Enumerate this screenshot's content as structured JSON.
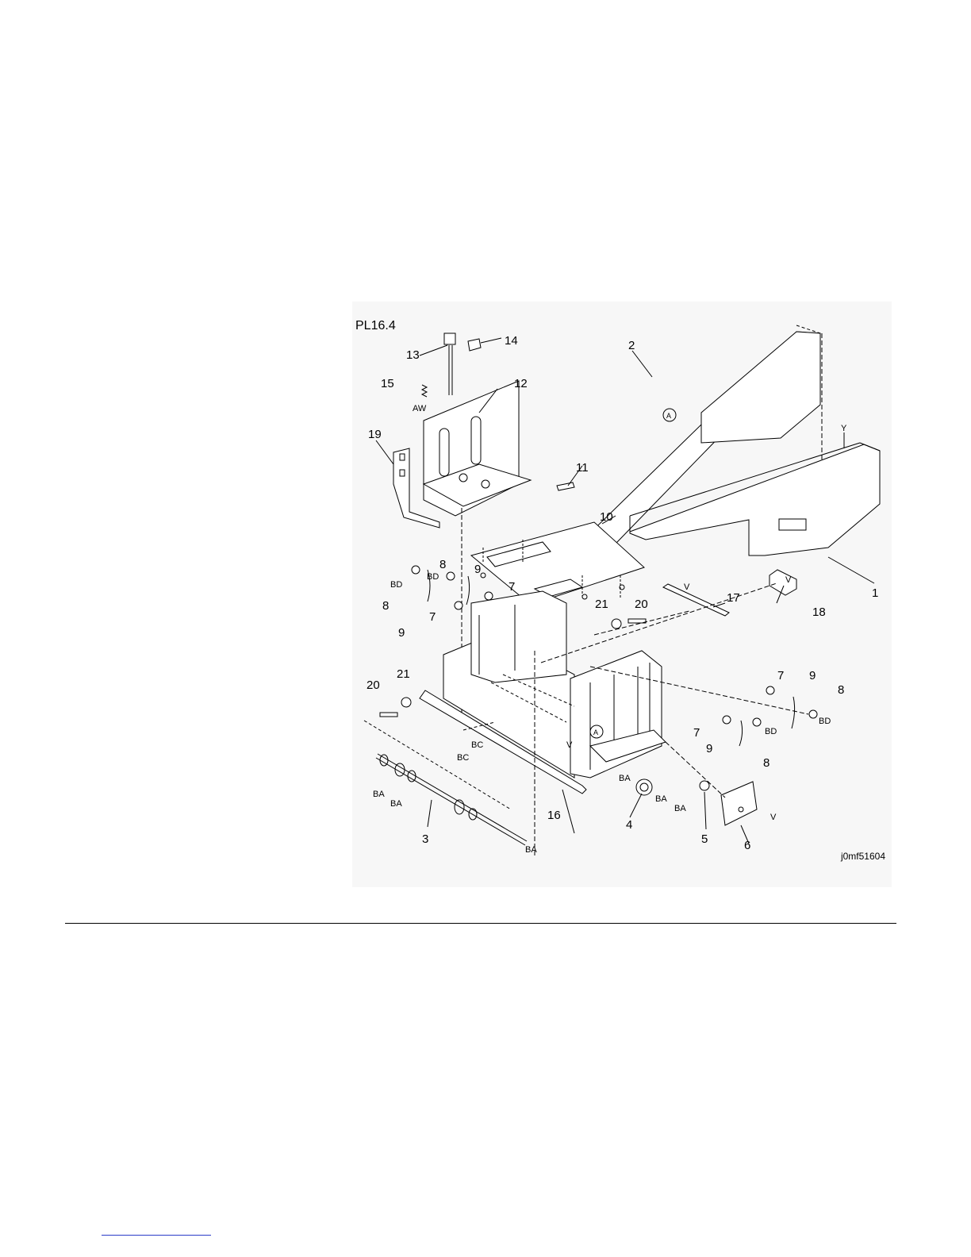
{
  "figure": {
    "plate_label": "PL16.4",
    "figure_code": "j0mf51604"
  },
  "callouts": {
    "n1": "1",
    "n2": "2",
    "n3": "3",
    "n4": "4",
    "n5": "5",
    "n6": "6",
    "n7": "7",
    "n8": "8",
    "n9": "9",
    "n10": "10",
    "n11": "11",
    "n12": "12",
    "n13": "13",
    "n14": "14",
    "n15": "15",
    "n16": "16",
    "n17": "17",
    "n18": "18",
    "n19": "19",
    "n20": "20",
    "n21": "21"
  },
  "codes": {
    "aw": "AW",
    "bd": "BD",
    "ba": "BA",
    "bc": "BC",
    "v": "V",
    "y": "Y",
    "a": "A"
  }
}
